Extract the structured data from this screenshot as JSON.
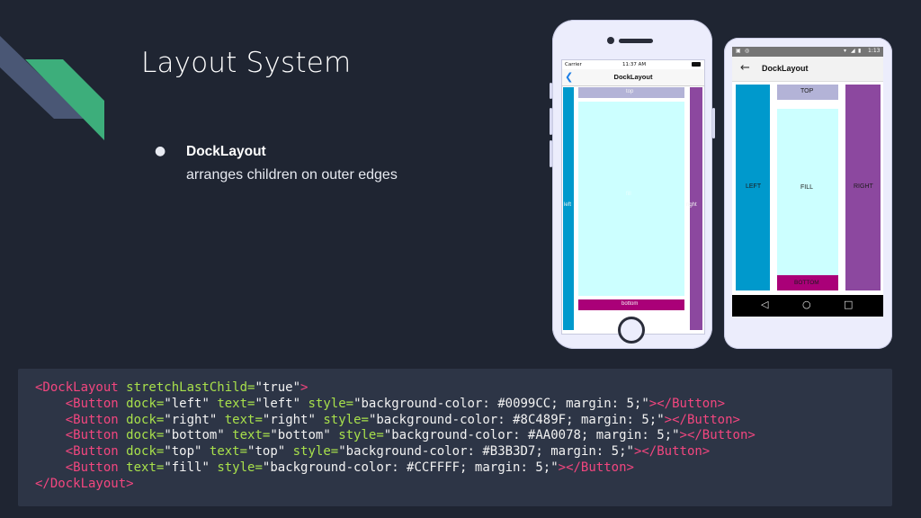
{
  "slide": {
    "title": "Layout System",
    "bullet_symbol": "●",
    "bullet_title": "DockLayout",
    "bullet_desc": "arranges children on outer edges"
  },
  "iphone": {
    "carrier": "Carrier",
    "time": "11:37 AM",
    "nav_title": "DockLayout",
    "back_symbol": "❮",
    "labels": {
      "left": "left",
      "right": "right",
      "top": "top",
      "fill": "fill",
      "bottom": "bottom"
    }
  },
  "android": {
    "time": "1:13",
    "toolbar_title": "DockLayout",
    "back_symbol": "←",
    "labels": {
      "left": "LEFT",
      "right": "RIGHT",
      "top": "TOP",
      "fill": "FILL",
      "bottom": "BOTTOM"
    },
    "nav": {
      "back": "◁",
      "home": "○",
      "recents": "□"
    }
  },
  "colors": {
    "left": "#0099CC",
    "right": "#8C489F",
    "bottom": "#AA0078",
    "top": "#B3B3D7",
    "fill": "#CCFFFF",
    "accent_green": "#3dae7b",
    "accent_blue": "#3b4a6b"
  },
  "code": {
    "open_tag": "<DockLayout",
    "open_attr": " stretchLastChild=",
    "open_val": "\"true\"",
    "open_close": ">",
    "lines": [
      {
        "tag": "<Button",
        "attrs": " dock=",
        "v1": "\"left\"",
        "a2": " text=",
        "v2": "\"left\"",
        "a3": " style=",
        "v3": "\"background-color: #0099CC; margin: 5;\"",
        "end": "></Button>"
      },
      {
        "tag": "<Button",
        "attrs": " dock=",
        "v1": "\"right\"",
        "a2": " text=",
        "v2": "\"right\"",
        "a3": " style=",
        "v3": "\"background-color: #8C489F; margin: 5;\"",
        "end": "></Button>"
      },
      {
        "tag": "<Button",
        "attrs": " dock=",
        "v1": "\"bottom\"",
        "a2": " text=",
        "v2": "\"bottom\"",
        "a3": " style=",
        "v3": "\"background-color: #AA0078; margin: 5;\"",
        "end": "></Button>"
      },
      {
        "tag": "<Button",
        "attrs": " dock=",
        "v1": "\"top\"",
        "a2": " text=",
        "v2": "\"top\"",
        "a3": " style=",
        "v3": "\"background-color: #B3B3D7; margin: 5;\"",
        "end": "></Button>"
      }
    ],
    "fill_line": {
      "tag": "<Button",
      "a2": " text=",
      "v2": "\"fill\"",
      "a3": " style=",
      "v3": "\"background-color: #CCFFFF; margin: 5;\"",
      "end": "></Button>"
    },
    "close_tag": "</DockLayout>"
  }
}
